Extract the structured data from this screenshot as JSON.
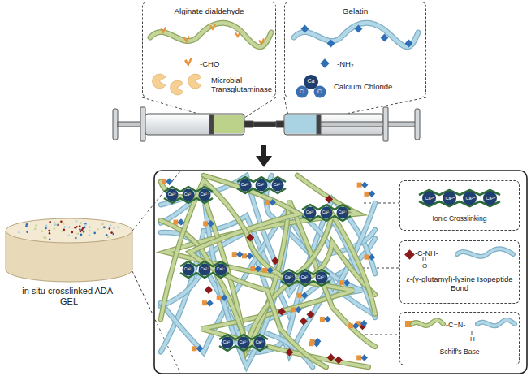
{
  "diagram": {
    "nodes": [
      {
        "text": [
          "Alginate dialdehyde",
          "-CHO",
          "Microbial Transglutaminase"
        ]
      },
      {
        "text": [
          "Gelatin",
          "-NH₂",
          "Calcium Chloride"
        ]
      },
      {
        "text": [
          "Ca²⁺",
          "Ca²⁺",
          "Ca²⁺",
          "Ca²⁺",
          "Ionic Crosslinking"
        ]
      },
      {
        "text": [
          "-C-NH-",
          "O",
          "ε-(γ-glutamyl)-lysine Isopeptide Bond"
        ]
      },
      {
        "text": [
          "-C=N-",
          "H",
          "Schiff's Base"
        ]
      }
    ],
    "labels": [
      "Ca",
      "Cl",
      "Cl",
      "in situ crosslinked ADA-GEL",
      "Ca²⁺",
      "Ca²⁺",
      "Ca²⁺",
      "Ca²⁺",
      "Ca²⁺",
      "Ca²⁺",
      "Ca²⁺",
      "Ca²⁺",
      "Ca²⁺",
      "Ca²⁺",
      "Ca²⁺",
      "Ca²⁺",
      "Ca²⁺",
      "Ca²⁺",
      "Ca²⁺",
      "Ca²⁺",
      "Ca²⁺",
      "Ca²⁺"
    ]
  }
}
